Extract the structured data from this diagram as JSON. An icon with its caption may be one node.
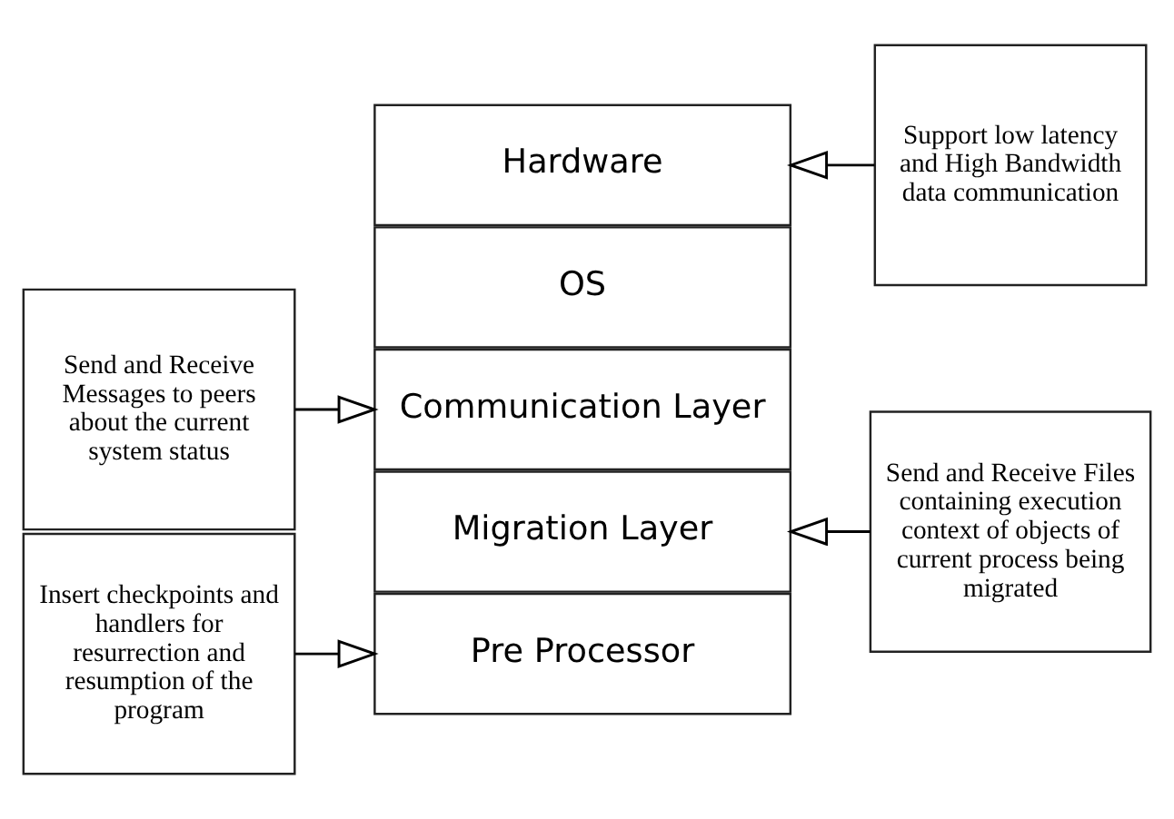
{
  "diagram": {
    "nodes": [
      {
        "text": [
          "Insert checkpoints and handlers for resurrection and resumption of the program"
        ]
      },
      {
        "text": [
          "Pre Processor"
        ]
      },
      {
        "text": [
          "Send and Receive Files containing execution context of objects of current process being migrated"
        ]
      },
      {
        "text": [
          "Migration Layer"
        ]
      },
      {
        "text": [
          "Send and Receive Messages to peers about the current system status"
        ]
      },
      {
        "text": [
          "Communication Layer"
        ]
      },
      {
        "text": [
          "OS"
        ]
      },
      {
        "text": [
          "Support low latency and High Bandwidth data communication"
        ]
      },
      {
        "text": [
          "Hardware"
        ]
      }
    ],
    "edges": [
      {
        "from": 0,
        "to": 1,
        "arrow": "to"
      },
      {
        "from": 2,
        "to": 3,
        "arrow": "to"
      },
      {
        "from": 4,
        "to": 5,
        "arrow": "to"
      },
      {
        "from": 7,
        "to": 8,
        "arrow": "to"
      }
    ]
  }
}
